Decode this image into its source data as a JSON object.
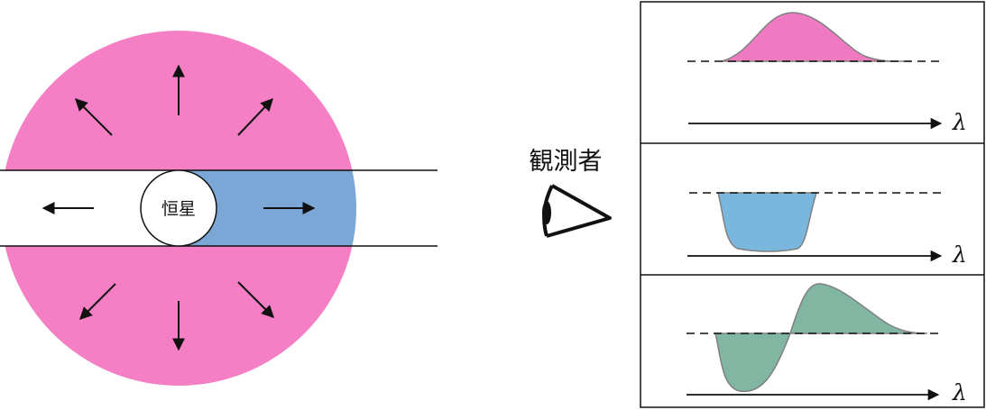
{
  "diagram": {
    "star_label": "恒星",
    "observer_label": "観測者",
    "wavelength_symbol": "λ",
    "colors": {
      "shell": "#f47fc4",
      "absorbing_column": "#7ba7d6",
      "emission_fill": "#f07ac2",
      "absorption_fill": "#7ab7df",
      "pcygni_fill": "#80b6a2",
      "profile_outline": "#808080"
    },
    "icons": {
      "expansion_arrows": "arrow-icon",
      "observer": "eye-icon"
    },
    "panels": [
      {
        "profile": "emission"
      },
      {
        "profile": "absorption"
      },
      {
        "profile": "p-cygni"
      }
    ]
  }
}
